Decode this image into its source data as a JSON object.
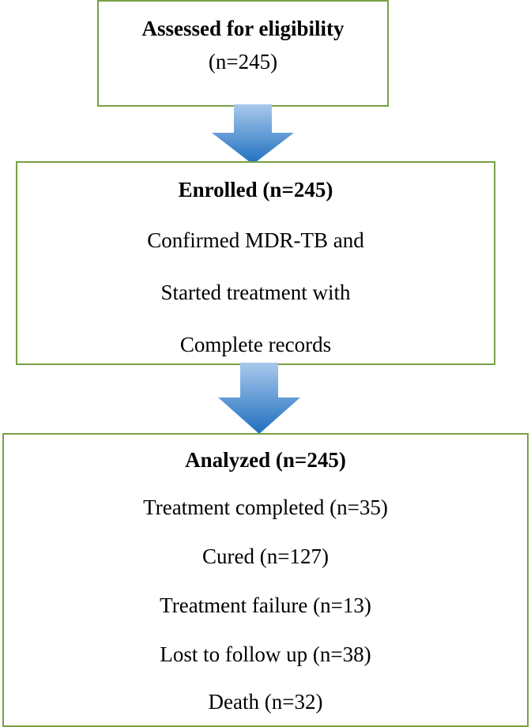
{
  "boxes": {
    "assessed": {
      "title": "Assessed for eligibility",
      "count": "(n=245)"
    },
    "enrolled": {
      "title": "Enrolled (n=245)",
      "lines": [
        "Confirmed MDR-TB and",
        "Started treatment with",
        "Complete records"
      ]
    },
    "analyzed": {
      "title": "Analyzed (n=245)",
      "lines": [
        "Treatment completed (n=35)",
        "Cured (n=127)",
        "Treatment failure (n=13)",
        "Lost to follow up (n=38)",
        "Death (n=32)"
      ]
    }
  },
  "colors": {
    "box_border": "#77a044",
    "arrow_top": "#a9c9ec",
    "arrow_bottom": "#1f6fbf"
  }
}
